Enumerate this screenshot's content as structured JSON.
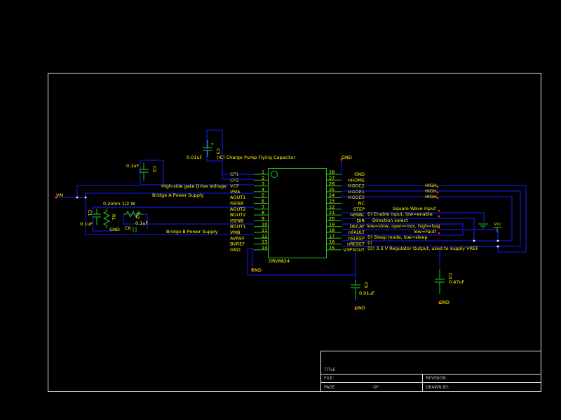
{
  "chip": {
    "name": "DRV8824"
  },
  "left_pins": [
    {
      "num": "1",
      "name": "CP1"
    },
    {
      "num": "2",
      "name": "CP2"
    },
    {
      "num": "3",
      "name": "VCP"
    },
    {
      "num": "4",
      "name": "VMA"
    },
    {
      "num": "5",
      "name": "AOUT1"
    },
    {
      "num": "6",
      "name": "ISENA"
    },
    {
      "num": "7",
      "name": "AOUT2"
    },
    {
      "num": "8",
      "name": "BOUT2"
    },
    {
      "num": "9",
      "name": "ISENB"
    },
    {
      "num": "10",
      "name": "BOUT1"
    },
    {
      "num": "11",
      "name": "VMB"
    },
    {
      "num": "12",
      "name": "AVREF"
    },
    {
      "num": "13",
      "name": "BVREF"
    },
    {
      "num": "14",
      "name": "GND"
    }
  ],
  "right_pins": [
    {
      "num": "28",
      "name": "GND"
    },
    {
      "num": "27",
      "name": "nHOME"
    },
    {
      "num": "26",
      "name": "MODE2"
    },
    {
      "num": "25",
      "name": "MODE1"
    },
    {
      "num": "24",
      "name": "MODE0"
    },
    {
      "num": "23",
      "name": "NC"
    },
    {
      "num": "22",
      "name": "STEP"
    },
    {
      "num": "21",
      "name": "nENBL"
    },
    {
      "num": "20",
      "name": "DIR"
    },
    {
      "num": "19",
      "name": "DECAY"
    },
    {
      "num": "18",
      "name": "nFAULT"
    },
    {
      "num": "17",
      "name": "nSLEEP"
    },
    {
      "num": "16",
      "name": "nRESET"
    },
    {
      "num": "15",
      "name": "V3P3OUT"
    }
  ],
  "annotations": {
    "charge_pump": "(IC) Charge Pump Flying Capacitor",
    "hs_gate": "High-side gate Drive Voltage",
    "bridge_a": "Bridge A Power Supply",
    "bridge_b": "Bridge B Power Supply",
    "mode2": "HIGH",
    "mode1": "HIGH",
    "mode0": "HIGH",
    "step": "Square Wave Input",
    "nenbl": "(I) Enable input, low=enable",
    "dir": "Direction select",
    "decay": "low=slow, open=mix, high=fast",
    "nfault": "low=Fault",
    "nsleep": "(I) Sleep mode, low=sleep",
    "nreset": "(I)",
    "v3p3": "(O) 3.3 V Regulator Output, used to supply VREF",
    "vm": "VM",
    "vcc": "Vcc"
  },
  "components": {
    "c3_ref": "C3",
    "c3_val": "0.01uF",
    "c_hs_ref": "C3",
    "c_hs_val": "0.1uF",
    "c1_ref": "C1",
    "c1_val": "0.1uF",
    "r1_ref": "R1",
    "r1_val": "0.2ohm 1/2 W",
    "r2_ref": "R2",
    "c6_ref": "C6",
    "c6_val": "0.1uF",
    "c5_ref": "C5",
    "c5_val": "0.01uF",
    "c4_ref": "C4",
    "c4_val": "0.47uF"
  },
  "gnd_labels": [
    "GND",
    "GND",
    "GND",
    "GND",
    "GND"
  ],
  "title_block": {
    "title": "TITLE",
    "file": "FILE:",
    "revision": "REVISION:",
    "page": "PAGE",
    "of": "OF",
    "drawn_by": "DRAWN BY:"
  }
}
